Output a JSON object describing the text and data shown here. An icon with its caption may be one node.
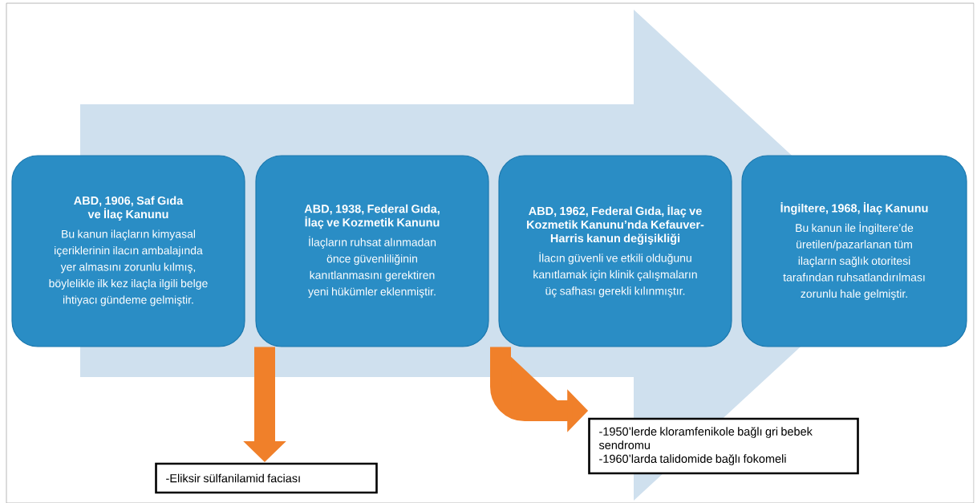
{
  "diagram": {
    "nodes": [
      {
        "text": [
          "ABD, 1906, Saf Gıda ve İlaç Kanunu",
          "Bu kanun ilaçların kimyasal içeriklerinin ilacın ambalajında yer almasını zorunlu kılmış, böylelikle ilk kez ilaçla ilgili belge ihtiyacı gündeme gelmiştir."
        ]
      },
      {
        "text": [
          "ABD, 1938, Federal Gıda, İlaç ve Kozmetik Kanunu",
          "İlaçların ruhsat alınmadan önce güvenliliğinin kanıtlanmasını gerektiren yeni hükümler eklenmiştir."
        ]
      },
      {
        "text": [
          "ABD, 1962, Federal Gıda, İlaç ve Kozmetik Kanunu’nda Kefauver-Harris kanun değişikliği",
          "İlacın güvenli ve etkili olduğunu kanıtlamak için klinik çalışmaların üç safhası gerekli kılınmıştır."
        ]
      },
      {
        "text": [
          "İngiltere, 1968, İlaç Kanunu",
          "Bu kanun ile İngiltere’de üretilen/pazarlanan tüm ilaçların sağlık otoritesi tarafından ruhsatlandırılması zorunlu hale gelmiştir."
        ]
      },
      {
        "text": [
          "-Eliksir sülfanilamid faciası"
        ]
      },
      {
        "text": [
          "-1950’lerde kloramfenikole bağlı gri bebek sendromu",
          "-1960’larda talidomide bağlı fokomeli"
        ]
      }
    ],
    "edges": [
      {
        "from": 1,
        "to": 4,
        "arrow": "to"
      },
      {
        "from": 2,
        "to": 5,
        "arrow": "to"
      },
      {
        "from": 0,
        "to": 3,
        "arrow": "to",
        "style": "thick"
      }
    ]
  }
}
